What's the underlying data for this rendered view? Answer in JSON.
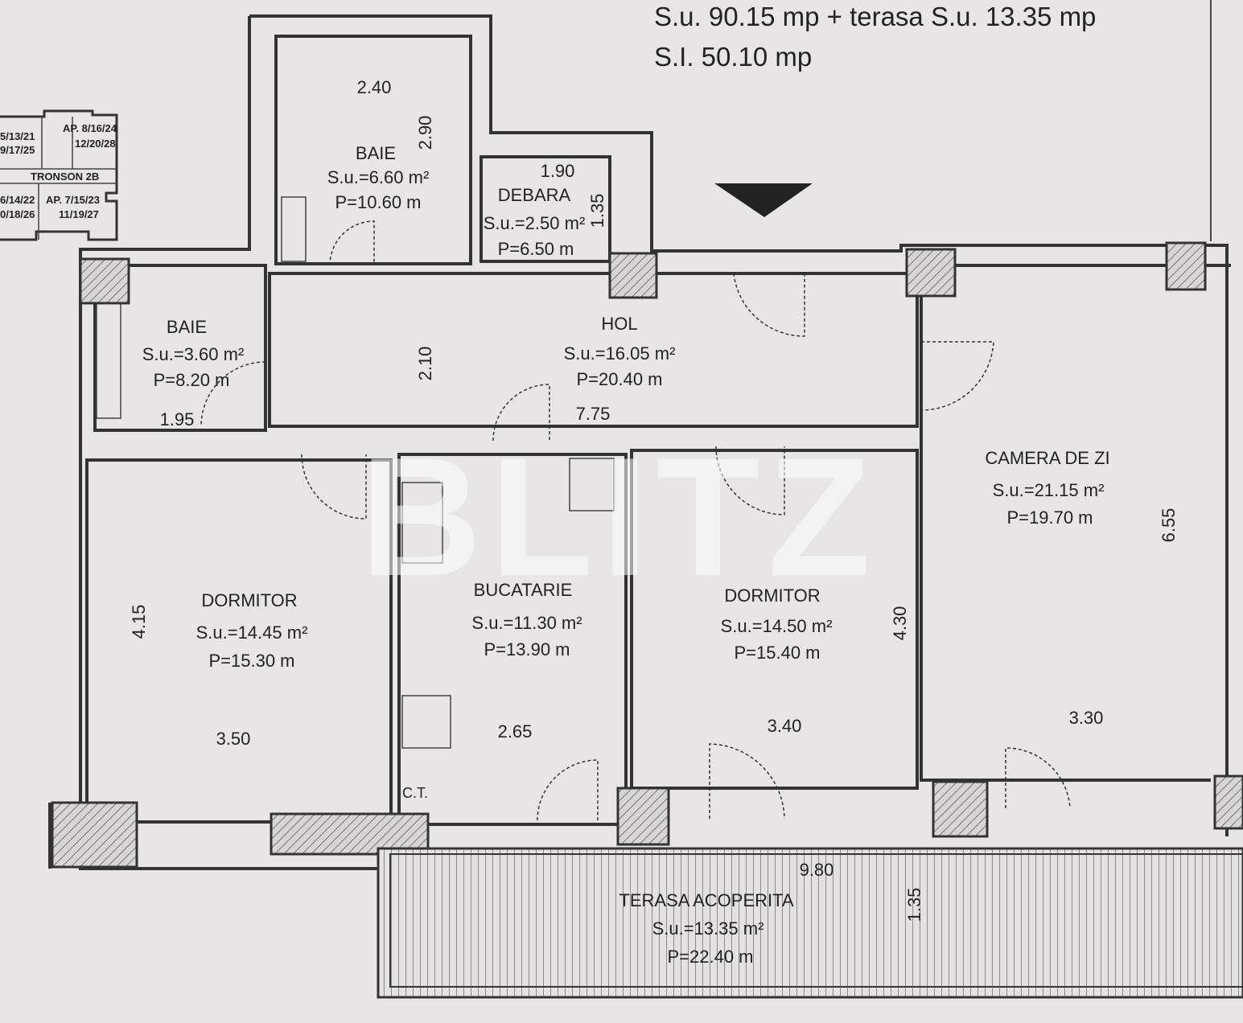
{
  "header": {
    "line1": "S.u. 90.15 mp + terasa S.u. 13.35 mp",
    "line2": "S.I. 50.10 mp"
  },
  "key_plan": {
    "labels": [
      "5/13/21",
      "9/17/25",
      "AP. 8/16/24",
      "12/20/28",
      "TRONSON 2B",
      "6/14/22",
      "0/18/26",
      "AP. 7/15/23",
      "11/19/27"
    ]
  },
  "watermark": "BLITZ",
  "rooms": {
    "baie_mare": {
      "name": "BAIE",
      "area": "S.u.=6.60 m²",
      "perimeter": "P=10.60 m",
      "dim_w": "2.40",
      "dim_h": "2.90"
    },
    "debara": {
      "name": "DEBARA",
      "area": "S.u.=2.50 m²",
      "perimeter": "P=6.50 m",
      "dim_w": "1.90",
      "dim_h": "1.35"
    },
    "baie_mica": {
      "name": "BAIE",
      "area": "S.u.=3.60 m²",
      "perimeter": "P=8.20 m",
      "dim_w": "1.95"
    },
    "hol": {
      "name": "HOL",
      "area": "S.u.=16.05 m²",
      "perimeter": "P=20.40 m",
      "dim_w": "7.75",
      "dim_h": "2.10"
    },
    "dormitor1": {
      "name": "DORMITOR",
      "area": "S.u.=14.45 m²",
      "perimeter": "P=15.30 m",
      "dim_w": "3.50",
      "dim_h": "4.15"
    },
    "bucatarie": {
      "name": "BUCATARIE",
      "area": "S.u.=11.30 m²",
      "perimeter": "P=13.90 m",
      "dim_w": "2.65",
      "ct": "C.T."
    },
    "dormitor2": {
      "name": "DORMITOR",
      "area": "S.u.=14.50 m²",
      "perimeter": "P=15.40 m",
      "dim_w": "3.40",
      "dim_h": "4.30"
    },
    "camera_de_zi": {
      "name": "CAMERA DE ZI",
      "area": "S.u.=21.15 m²",
      "perimeter": "P=19.70 m",
      "dim_w": "3.30",
      "dim_h": "6.55"
    },
    "terasa": {
      "name": "TERASA ACOPERITA",
      "area": "S.u.=13.35 m²",
      "perimeter": "P=22.40 m",
      "dim_w": "9.80",
      "dim_h": "1.35"
    }
  }
}
